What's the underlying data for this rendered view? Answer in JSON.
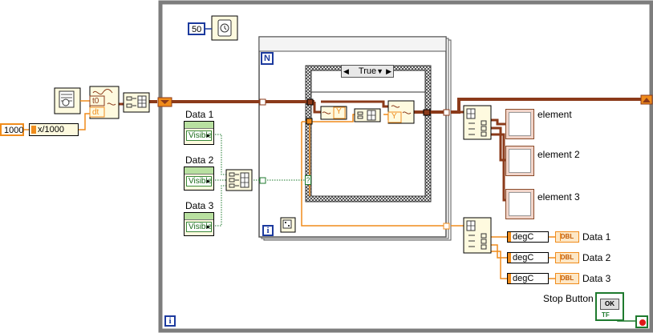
{
  "constants": {
    "wait_ms": "50",
    "timeout": "1000",
    "divide_expr": "x/1000"
  },
  "case_structure": {
    "selector_value": "True"
  },
  "waveform_nodes": {
    "t0_label": "t0",
    "dt_label": "dt",
    "y_label": "Y"
  },
  "input_controls": [
    {
      "label": "Data 1",
      "value": "Visible"
    },
    {
      "label": "Data 2",
      "value": "Visible"
    },
    {
      "label": "Data 3",
      "value": "Visible"
    }
  ],
  "graph_indicators": [
    {
      "label": "element"
    },
    {
      "label": "element 2"
    },
    {
      "label": "element 3"
    }
  ],
  "unit_boxes": [
    {
      "unit": "degC"
    },
    {
      "unit": "degC"
    },
    {
      "unit": "degC"
    }
  ],
  "numeric_indicators": [
    {
      "type": "DBL",
      "label": "Data 1"
    },
    {
      "type": "DBL",
      "label": "Data 2"
    },
    {
      "type": "DBL",
      "label": "Data 3"
    }
  ],
  "stop_button": {
    "label": "Stop Button",
    "face": "OK",
    "type_tag": "TF"
  },
  "terminals": {
    "iteration": "i",
    "count": "N",
    "case_bool": "?"
  },
  "colors": {
    "wire_waveform": "#8b3a1a",
    "wire_double": "#f08c1c",
    "wire_bool": "#1e7a2e",
    "numeric_int": "#1c3a9e",
    "while_loop_frame": "#7d7d7d"
  }
}
